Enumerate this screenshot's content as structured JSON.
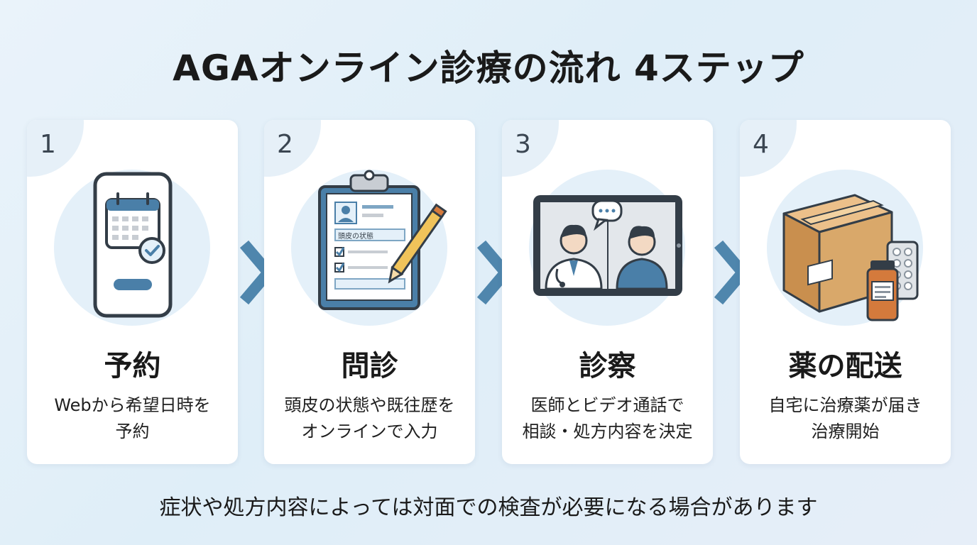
{
  "title": "AGAオンライン診療の流れ 4ステップ",
  "steps": [
    {
      "number": "1",
      "title": "予約",
      "desc": [
        "Webから希望日時を",
        "予約"
      ],
      "icon": "smartphone-calendar-icon"
    },
    {
      "number": "2",
      "title": "問診",
      "desc": [
        "頭皮の状態や既往歴を",
        "オンラインで入力"
      ],
      "icon": "clipboard-questionnaire-icon",
      "form_label": "頭皮の状態"
    },
    {
      "number": "3",
      "title": "診察",
      "desc": [
        "医師とビデオ通話で",
        "相談・処方内容を決定"
      ],
      "icon": "video-call-icon"
    },
    {
      "number": "4",
      "title": "薬の配送",
      "desc": [
        "自宅に治療薬が届き",
        "治療開始"
      ],
      "icon": "delivery-box-icon"
    }
  ],
  "note": "症状や処方内容によっては対面での検査が必要になる場合があります",
  "colors": {
    "accent": "#4a7fa8",
    "arrow": "#4f86ad",
    "halo": "#e4f0f9",
    "dark": "#333d47",
    "box": "#d9a86a",
    "bottle": "#d47a3c"
  }
}
